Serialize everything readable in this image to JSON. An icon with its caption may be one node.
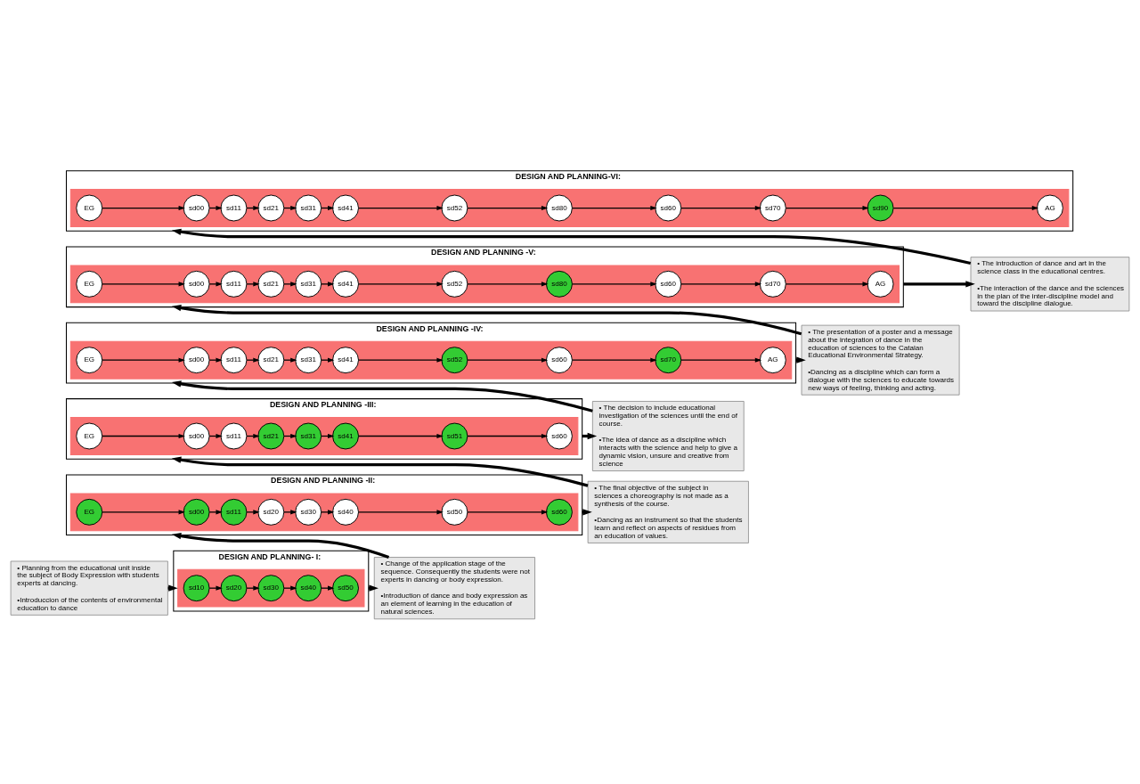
{
  "diagram": {
    "nodes": [
      {
        "text": [
          "• The decision to include educational investigation of the sciences until the end of course.",
          "•The idea of dance as a discipline which interacts with the science and help to give a dynamic vision, unsure and creative from science"
        ]
      },
      {
        "text": [
          "DESIGN AND PLANNING -III:"
        ]
      },
      {
        "text": [],
        "shape": "box",
        "in": 1
      },
      {
        "text": [
          "EG"
        ],
        "in": 2
      },
      {
        "text": [
          "sd00"
        ],
        "in": 2
      },
      {
        "text": [
          "sd11"
        ],
        "in": 2
      },
      {
        "text": [
          "sd21"
        ],
        "in": 2
      },
      {
        "text": [
          "sd31"
        ],
        "in": 2
      },
      {
        "text": [
          "sd41"
        ],
        "in": 2
      },
      {
        "text": [
          "sd51"
        ],
        "in": 2
      },
      {
        "text": [
          "sd60"
        ],
        "in": 2
      },
      {
        "text": [
          "• The final objective of the subject in sciences a choreography is not made as a synthesis of the course.",
          "•Dancing as an instrument so that the students learn and reflect on aspects of residues from an education of values."
        ]
      },
      {
        "text": [
          "DESIGN AND PLANNING -IV:"
        ]
      },
      {
        "text": [],
        "shape": "box",
        "in": 12
      },
      {
        "text": [
          "EG"
        ],
        "in": 13
      },
      {
        "text": [
          "sd00"
        ],
        "in": 13
      },
      {
        "text": [
          "sd11"
        ],
        "in": 13
      },
      {
        "text": [
          "sd21"
        ],
        "in": 13
      },
      {
        "text": [
          "sd31"
        ],
        "in": 13
      },
      {
        "text": [
          "sd41"
        ],
        "in": 13
      },
      {
        "text": [
          "sd52"
        ],
        "in": 13
      },
      {
        "text": [
          "sd60"
        ],
        "in": 13
      },
      {
        "text": [
          "sd70"
        ],
        "in": 13
      },
      {
        "text": [
          "AG"
        ],
        "in": 13
      },
      {
        "text": [
          "• Planning from the educational unit inside the subject of Body Expression with students experts at dancing.",
          "•Introduccion of the contents of environmental education to dance"
        ]
      },
      {
        "text": [
          "DESIGN AND PLANNING -II:"
        ]
      },
      {
        "text": [],
        "shape": "box",
        "in": 25
      },
      {
        "text": [
          "EG"
        ],
        "in": 26
      },
      {
        "text": [
          "sd00"
        ],
        "in": 26
      },
      {
        "text": [
          "sd11"
        ],
        "in": 26
      },
      {
        "text": [
          "sd20"
        ],
        "in": 26
      },
      {
        "text": [
          "sd30"
        ],
        "in": 26
      },
      {
        "text": [
          "sd40"
        ],
        "in": 26
      },
      {
        "text": [
          "sd50"
        ],
        "in": 26
      },
      {
        "text": [
          "sd60"
        ],
        "in": 26
      },
      {
        "text": [
          "DESIGN AND PLANNING- I:"
        ]
      },
      {
        "text": [],
        "shape": "box",
        "in": 35
      },
      {
        "text": [
          "sd10"
        ],
        "in": 36
      },
      {
        "text": [
          "sd20"
        ],
        "in": 36
      },
      {
        "text": [
          "sd30"
        ],
        "in": 36
      },
      {
        "text": [
          "sd40"
        ],
        "in": 36
      },
      {
        "text": [
          "sd50"
        ],
        "in": 36
      },
      {
        "text": [
          "• The presentation of a poster and a message about the integration of dance in the education of sciences to the Catalan Educational Environmental Strategy.",
          "•Dancing as a discipline which can form a dialogue with the sciences to educate towards new ways of feeling, thinking and acting."
        ]
      },
      {
        "text": [
          "• Change of the application stage of the sequence. Consequently the students were not experts in dancing or body expression.",
          "•Introduction of dance and body expression as an element of learning in the education of natural sciences."
        ]
      },
      {
        "text": [
          "DESIGN AND PLANNING -V:"
        ]
      },
      {
        "text": [],
        "shape": "box",
        "in": 44
      },
      {
        "text": [
          "EG"
        ],
        "in": 45
      },
      {
        "text": [
          "sd00"
        ],
        "in": 45
      },
      {
        "text": [
          "sd11"
        ],
        "in": 45
      },
      {
        "text": [
          "sd21"
        ],
        "in": 45
      },
      {
        "text": [
          "sd31"
        ],
        "in": 45
      },
      {
        "text": [
          "sd41"
        ],
        "in": 45
      },
      {
        "text": [
          "sd52"
        ],
        "in": 45
      },
      {
        "text": [
          "sd80"
        ],
        "in": 45
      },
      {
        "text": [
          "sd60"
        ],
        "in": 45
      },
      {
        "text": [
          "sd70"
        ],
        "in": 45
      },
      {
        "text": [
          "AG"
        ],
        "in": 45
      },
      {
        "text": [
          "• The introduction of dance and art in the science class in the educational centres.",
          "•The interaction of the dance and the sciences in the plan of the inter-discipline model and toward the discipline dialogue."
        ]
      },
      {
        "text": [
          "DESIGN AND PLANNING-VI:"
        ]
      },
      {
        "text": [],
        "shape": "box",
        "in": 58
      },
      {
        "text": [
          "EG"
        ],
        "in": 59
      },
      {
        "text": [
          "sd00"
        ],
        "in": 59
      },
      {
        "text": [
          "sd11"
        ],
        "in": 59
      },
      {
        "text": [
          "sd21"
        ],
        "in": 59
      },
      {
        "text": [
          "sd31"
        ],
        "in": 59
      },
      {
        "text": [
          "sd41"
        ],
        "in": 59
      },
      {
        "text": [
          "sd52"
        ],
        "in": 59
      },
      {
        "text": [
          "sd80"
        ],
        "in": 59
      },
      {
        "text": [
          "sd60"
        ],
        "in": 59
      },
      {
        "text": [
          "sd70"
        ],
        "in": 59
      },
      {
        "text": [
          "sd90"
        ],
        "in": 59
      },
      {
        "text": [
          "AG"
        ],
        "in": 59
      }
    ],
    "edges": [
      {
        "from": 3,
        "to": 4,
        "arrow": "to"
      },
      {
        "from": 4,
        "to": 5,
        "arrow": "to"
      },
      {
        "from": 5,
        "to": 6,
        "arrow": "to"
      },
      {
        "from": 6,
        "to": 7,
        "arrow": "to"
      },
      {
        "from": 7,
        "to": 8,
        "arrow": "to"
      },
      {
        "from": 8,
        "to": 9,
        "arrow": "to"
      },
      {
        "from": 9,
        "to": 10,
        "arrow": "to"
      },
      {
        "from": 14,
        "to": 15,
        "arrow": "to"
      },
      {
        "from": 15,
        "to": 16,
        "arrow": "to"
      },
      {
        "from": 16,
        "to": 17,
        "arrow": "to"
      },
      {
        "from": 17,
        "to": 18,
        "arrow": "to"
      },
      {
        "from": 18,
        "to": 19,
        "arrow": "to"
      },
      {
        "from": 19,
        "to": 20,
        "arrow": "to"
      },
      {
        "from": 20,
        "to": 21,
        "arrow": "to"
      },
      {
        "from": 21,
        "to": 22,
        "arrow": "to"
      },
      {
        "from": 22,
        "to": 23,
        "arrow": "to"
      },
      {
        "from": 27,
        "to": 28,
        "arrow": "to"
      },
      {
        "from": 28,
        "to": 29,
        "arrow": "to"
      },
      {
        "from": 29,
        "to": 30,
        "arrow": "to"
      },
      {
        "from": 30,
        "to": 31,
        "arrow": "to"
      },
      {
        "from": 31,
        "to": 32,
        "arrow": "to"
      },
      {
        "from": 32,
        "to": 33,
        "arrow": "to"
      },
      {
        "from": 33,
        "to": 34,
        "arrow": "to"
      },
      {
        "from": 37,
        "to": 38,
        "arrow": "to"
      },
      {
        "from": 38,
        "to": 39,
        "arrow": "to"
      },
      {
        "from": 39,
        "to": 40,
        "arrow": "to"
      },
      {
        "from": 40,
        "to": 41,
        "arrow": "to"
      },
      {
        "from": 46,
        "to": 47,
        "arrow": "to"
      },
      {
        "from": 47,
        "to": 48,
        "arrow": "to"
      },
      {
        "from": 48,
        "to": 49,
        "arrow": "to"
      },
      {
        "from": 49,
        "to": 50,
        "arrow": "to"
      },
      {
        "from": 50,
        "to": 51,
        "arrow": "to"
      },
      {
        "from": 51,
        "to": 52,
        "arrow": "to"
      },
      {
        "from": 52,
        "to": 53,
        "arrow": "to"
      },
      {
        "from": 53,
        "to": 54,
        "arrow": "to"
      },
      {
        "from": 54,
        "to": 55,
        "arrow": "to"
      },
      {
        "from": 55,
        "to": 56,
        "arrow": "to"
      },
      {
        "from": 60,
        "to": 61,
        "arrow": "to"
      },
      {
        "from": 61,
        "to": 62,
        "arrow": "to"
      },
      {
        "from": 62,
        "to": 63,
        "arrow": "to"
      },
      {
        "from": 63,
        "to": 64,
        "arrow": "to"
      },
      {
        "from": 64,
        "to": 65,
        "arrow": "to"
      },
      {
        "from": 65,
        "to": 66,
        "arrow": "to"
      },
      {
        "from": 66,
        "to": 67,
        "arrow": "to"
      },
      {
        "from": 67,
        "to": 68,
        "arrow": "to"
      },
      {
        "from": 68,
        "to": 69,
        "arrow": "to"
      },
      {
        "from": 69,
        "to": 70,
        "arrow": "to"
      },
      {
        "from": 70,
        "to": 71,
        "arrow": "to"
      },
      {
        "from": 24,
        "to": 35,
        "arrow": "to",
        "style": "thick"
      },
      {
        "from": 35,
        "to": 43,
        "arrow": "to",
        "style": "thick"
      },
      {
        "from": 43,
        "to": 25,
        "arrow": "to",
        "style": "thick"
      },
      {
        "from": 25,
        "to": 11,
        "arrow": "to",
        "style": "thick"
      },
      {
        "from": 11,
        "to": 1,
        "arrow": "to",
        "style": "thick"
      },
      {
        "from": 1,
        "to": 0,
        "arrow": "to",
        "style": "thick"
      },
      {
        "from": 0,
        "to": 12,
        "arrow": "to",
        "style": "thick"
      },
      {
        "from": 12,
        "to": 42,
        "arrow": "to",
        "style": "thick"
      },
      {
        "from": 42,
        "to": 44,
        "arrow": "to",
        "style": "thick"
      },
      {
        "from": 44,
        "to": 57,
        "arrow": "to",
        "style": "thick"
      },
      {
        "from": 57,
        "to": 58,
        "arrow": "to",
        "style": "thick"
      }
    ]
  }
}
